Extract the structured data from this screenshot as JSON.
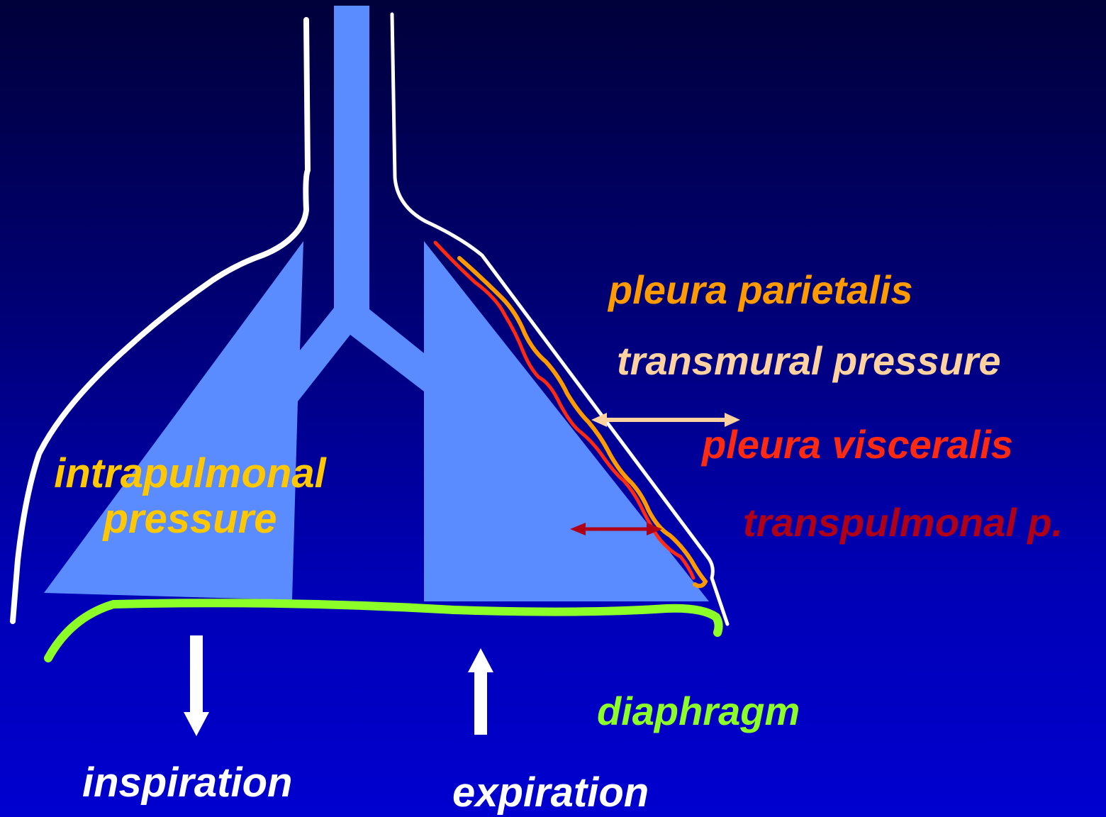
{
  "labels": {
    "pleura_parietalis": "pleura parietalis",
    "transmural_pressure": "transmural pressure",
    "pleura_visceralis": "pleura visceralis",
    "transpulmonal_p": "transpulmonal p.",
    "intrapulmonal_line1": "intrapulmonal",
    "intrapulmonal_line2": "pressure",
    "diaphragm": "diaphragm",
    "inspiration": "inspiration",
    "expiration": "expiration"
  },
  "colors": {
    "lung": "#5b8cff",
    "chest_wall": "#ffffff",
    "pleura_parietalis": "#ff9a00",
    "pleura_visceralis": "#ff2a10",
    "transmural_arrow": "#ffd2a0",
    "transpulmonal_arrow": "#b00018",
    "intrapulmonal": "#ffc800",
    "diaphragm": "#8cff28",
    "breathing_arrows": "#ffffff"
  }
}
